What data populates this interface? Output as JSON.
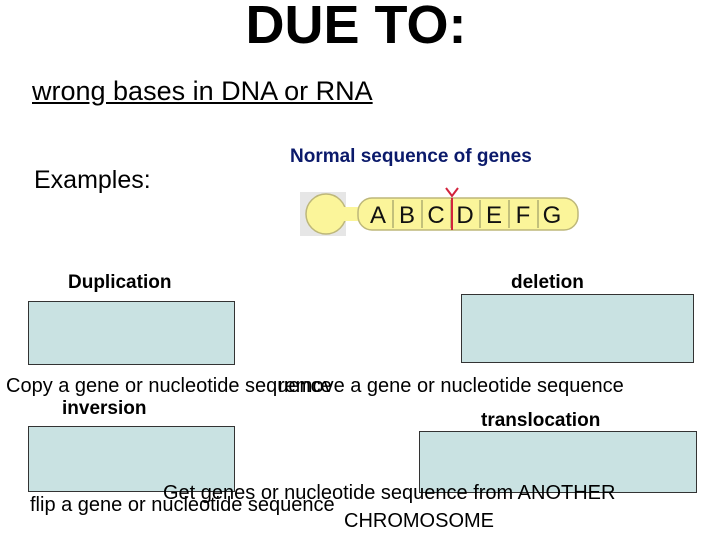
{
  "slide": {
    "title": "DUE TO:",
    "subtitle": "wrong bases in DNA or RNA",
    "examples_label": "Examples:",
    "normal_label": "Normal sequence of genes",
    "gene_letters": [
      "A",
      "B",
      "C",
      "D",
      "E",
      "F",
      "G"
    ],
    "colors": {
      "box_fill": "#c9e2e2",
      "chromosome_fill": "#fbf59a",
      "normal_label": "#0b1a6b",
      "break_marker": "#d2233c"
    }
  },
  "mutations": {
    "duplication": {
      "label": "Duplication",
      "description": "Copy a gene or nucleotide sequence"
    },
    "deletion": {
      "label": "deletion",
      "description": "remove a gene or nucleotide sequence"
    },
    "inversion": {
      "label": "inversion",
      "description": "flip a gene or nucleotide sequence"
    },
    "translocation": {
      "label": "translocation",
      "description_line1": "Get genes or nucleotide sequence from ANOTHER",
      "description_line2": "CHROMOSOME"
    }
  }
}
